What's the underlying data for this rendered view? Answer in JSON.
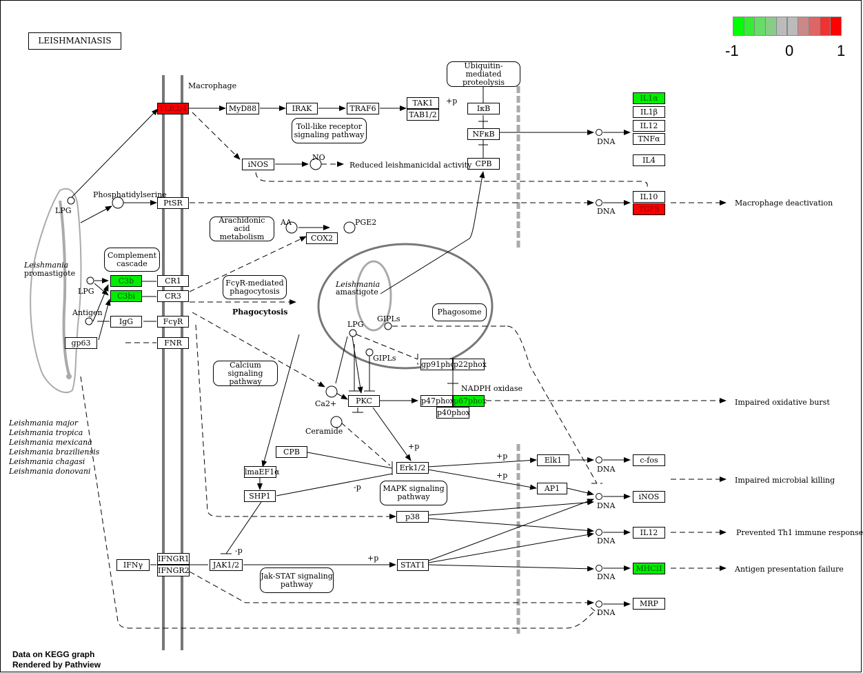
{
  "title": "LEISHMANIASIS",
  "legend": {
    "min": "-1",
    "mid": "0",
    "max": "1",
    "colors": [
      "#00ff00",
      "#33ee33",
      "#66dd66",
      "#88cc88",
      "#bbbbbb",
      "#bbbbbb",
      "#cc8888",
      "#dd6666",
      "#ee3333",
      "#ff0000"
    ]
  },
  "footer": {
    "line1": "Data on KEGG graph",
    "line2": "Rendered by Pathview"
  },
  "colors": {
    "up": "#ff0000",
    "down": "#00ee00",
    "membrane": "#777777"
  },
  "genes": {
    "tlr24": "TLR2/4",
    "myd88": "MyD88",
    "irak": "IRAK",
    "traf6": "TRAF6",
    "tak1": "TAK1",
    "tab12": "TAB1/2",
    "ikb": "IκB",
    "nfkb": "NFκB",
    "cpb_top": "CPB",
    "inos_top": "iNOS",
    "ptsr": "PtSR",
    "cox2": "COX2",
    "c3b": "C3b",
    "c3bi": "C3bi",
    "cr1": "CR1",
    "cr3": "CR3",
    "igg": "IgG",
    "fcyr": "FcγR",
    "gp63": "gp63",
    "fnr": "FNR",
    "il1a": "IL1α",
    "il1b": "IL1β",
    "il12_top": "IL12",
    "tnfa": "TNFα",
    "il4": "IL4",
    "il10": "IL10",
    "tgfb": "TGFβ",
    "gp91": "gp91phox",
    "p22": "p22phox",
    "p47": "p47phox",
    "p67": "p67phox",
    "p40": "p40phox",
    "pkc": "PKC",
    "cpb_mid": "CPB",
    "lmaef1a": "lmaEF1α",
    "shp1": "SHP1",
    "erk12": "Erk1/2",
    "elk1": "Elk1",
    "ap1": "AP1",
    "p38": "p38",
    "cfos": "c-fos",
    "inos_bot": "iNOS",
    "il12_bot": "IL12",
    "mhcii": "MHCII",
    "mrp": "MRP",
    "ifny": "IFNγ",
    "ifngr1": "IFNGR1",
    "ifngr2": "IFNGR2",
    "jak12": "JAK1/2",
    "stat1": "STAT1"
  },
  "pathways": {
    "ubiquitin": "Ubiquitin-mediated\nproteolysis",
    "tlr": "Toll-like receptor\nsignaling pathway",
    "arachidonic": "Arachidonic acid\nmetabolism",
    "complement": "Complement\ncascade",
    "fcgr": "FcγR-mediated\nphagocytosis",
    "phagosome": "Phagosome",
    "calcium": "Calcium signaling\npathway",
    "mapk": "MAPK signaling\npathway",
    "jakstat": "Jak-STAT signaling\npathway"
  },
  "labels": {
    "macrophage": "Macrophage",
    "lpg": "LPG",
    "phosphatidylserine": "Phosphatidylserine",
    "leish_promastigote_1": "Leishmania",
    "leish_promastigote_2": "promastigote",
    "lpg2": "LPG",
    "antigen": "Antigen",
    "no": "NO",
    "reduced": "Reduced leishmanicidal activity",
    "dna1": "DNA",
    "dna2": "DNA",
    "dna3": "DNA",
    "dna4": "DNA",
    "dna5": "DNA",
    "dna6": "DNA",
    "dna7": "DNA",
    "macrophage_deactivation": "Macrophage deactivation",
    "aa": "AA",
    "pge2": "PGE2",
    "phagocytosis": "Phagocytosis",
    "leish_amastigote_1": "Leishmania",
    "leish_amastigote_2": "amastigote",
    "lpg3": "LPG",
    "gipls1": "GIPLs",
    "gipls2": "GIPLs",
    "nadph": "NADPH oxidase",
    "ca": "Ca2+",
    "ceramide": "Ceramide",
    "impaired_oxidative": "Impaired oxidative burst",
    "impaired_microbial": "Impaired microbial killing",
    "prevented_th1": "Prevented Th1 immune response",
    "antigen_failure": "Antigen presentation failure",
    "plus_p1": "+p",
    "plus_p2": "+p",
    "plus_p3": "+p",
    "plus_p4": "+p",
    "plus_p5": "+p",
    "minus_p1": "-p",
    "minus_p2": "-p",
    "species": [
      "Leishmania major",
      "Leishmania tropica",
      "Leishmania mexicana",
      "Leishmania braziliensis",
      "Leishmania chagasi",
      "Leishmania donovani"
    ]
  }
}
